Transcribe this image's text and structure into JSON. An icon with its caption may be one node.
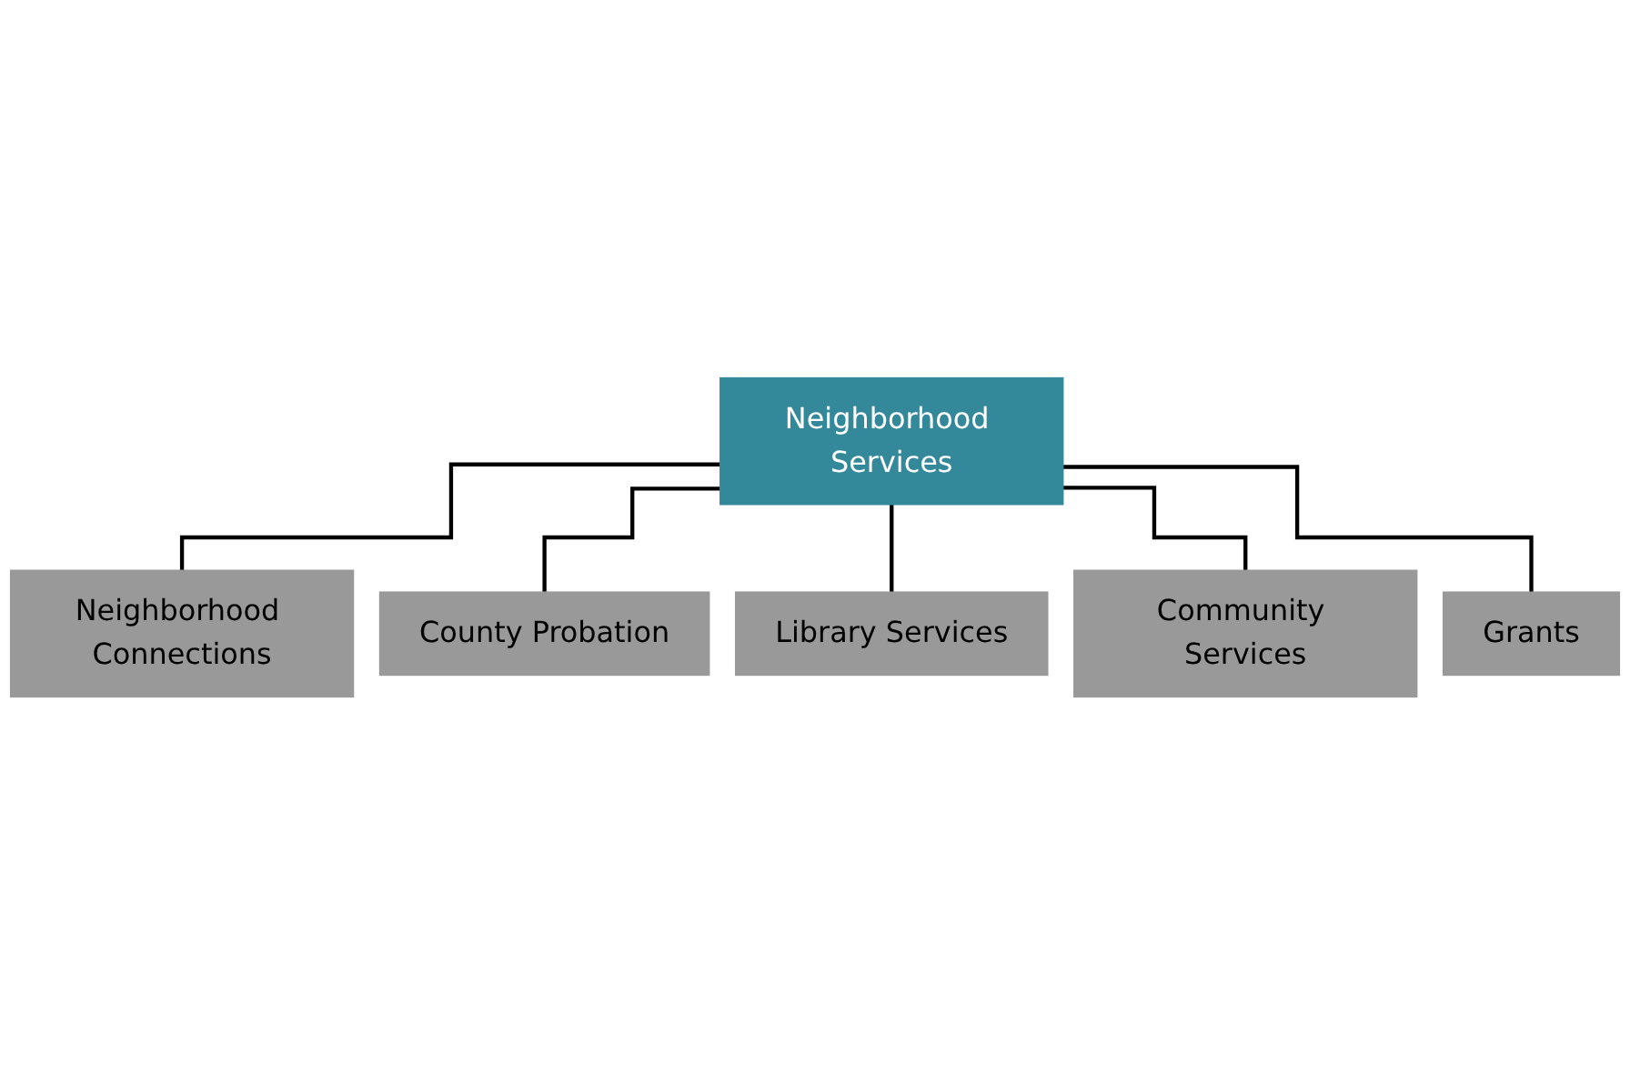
{
  "diagram": {
    "nodes": [
      {
        "text": [
          "Neighborhood Services"
        ]
      },
      {
        "text": [
          "Neighborhood Connections"
        ]
      },
      {
        "text": [
          "County Probation"
        ]
      },
      {
        "text": [
          "Library Services"
        ]
      },
      {
        "text": [
          "Community Services"
        ]
      },
      {
        "text": [
          "Grants"
        ]
      }
    ],
    "edges": [
      {
        "from": 0,
        "to": 1,
        "arrow": "none"
      },
      {
        "from": 0,
        "to": 2,
        "arrow": "none"
      },
      {
        "from": 0,
        "to": 3,
        "arrow": "none"
      },
      {
        "from": 0,
        "to": 4,
        "arrow": "none"
      },
      {
        "from": 0,
        "to": 5,
        "arrow": "none"
      }
    ]
  }
}
